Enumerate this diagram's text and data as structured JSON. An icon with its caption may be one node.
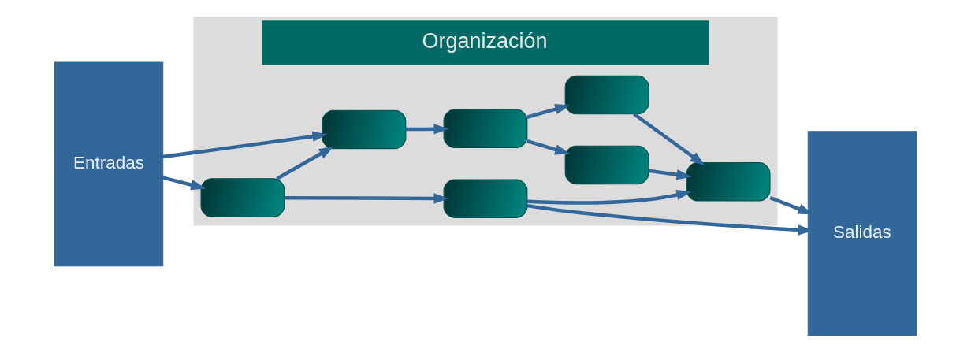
{
  "diagram": {
    "nodes": [
      {
        "text": [
          "Entradas"
        ]
      },
      {
        "text": [
          "Organización"
        ]
      },
      {
        "text": [],
        "shape": "box",
        "in": 1
      },
      {
        "text": [],
        "shape": "box",
        "in": 1
      },
      {
        "text": [],
        "shape": "box",
        "in": 1
      },
      {
        "text": [],
        "shape": "box",
        "in": 1
      },
      {
        "text": [],
        "shape": "box",
        "in": 1
      },
      {
        "text": [],
        "shape": "box",
        "in": 1
      },
      {
        "text": [],
        "shape": "box",
        "in": 1
      },
      {
        "text": [
          "Salidas"
        ]
      }
    ],
    "edges": [
      {
        "from": 0,
        "to": 2,
        "arrow": "to"
      },
      {
        "from": 0,
        "to": 3,
        "arrow": "to"
      },
      {
        "from": 3,
        "to": 2,
        "arrow": "to"
      },
      {
        "from": 2,
        "to": 4,
        "arrow": "to"
      },
      {
        "from": 4,
        "to": 7,
        "arrow": "to"
      },
      {
        "from": 4,
        "to": 5,
        "arrow": "to"
      },
      {
        "from": 5,
        "to": 8,
        "arrow": "to"
      },
      {
        "from": 7,
        "to": 8,
        "arrow": "to"
      },
      {
        "from": 3,
        "to": 6,
        "arrow": "to"
      },
      {
        "from": 6,
        "to": 8,
        "arrow": "to"
      },
      {
        "from": 6,
        "to": 9,
        "arrow": "to"
      },
      {
        "from": 8,
        "to": 9,
        "arrow": "to"
      }
    ]
  }
}
